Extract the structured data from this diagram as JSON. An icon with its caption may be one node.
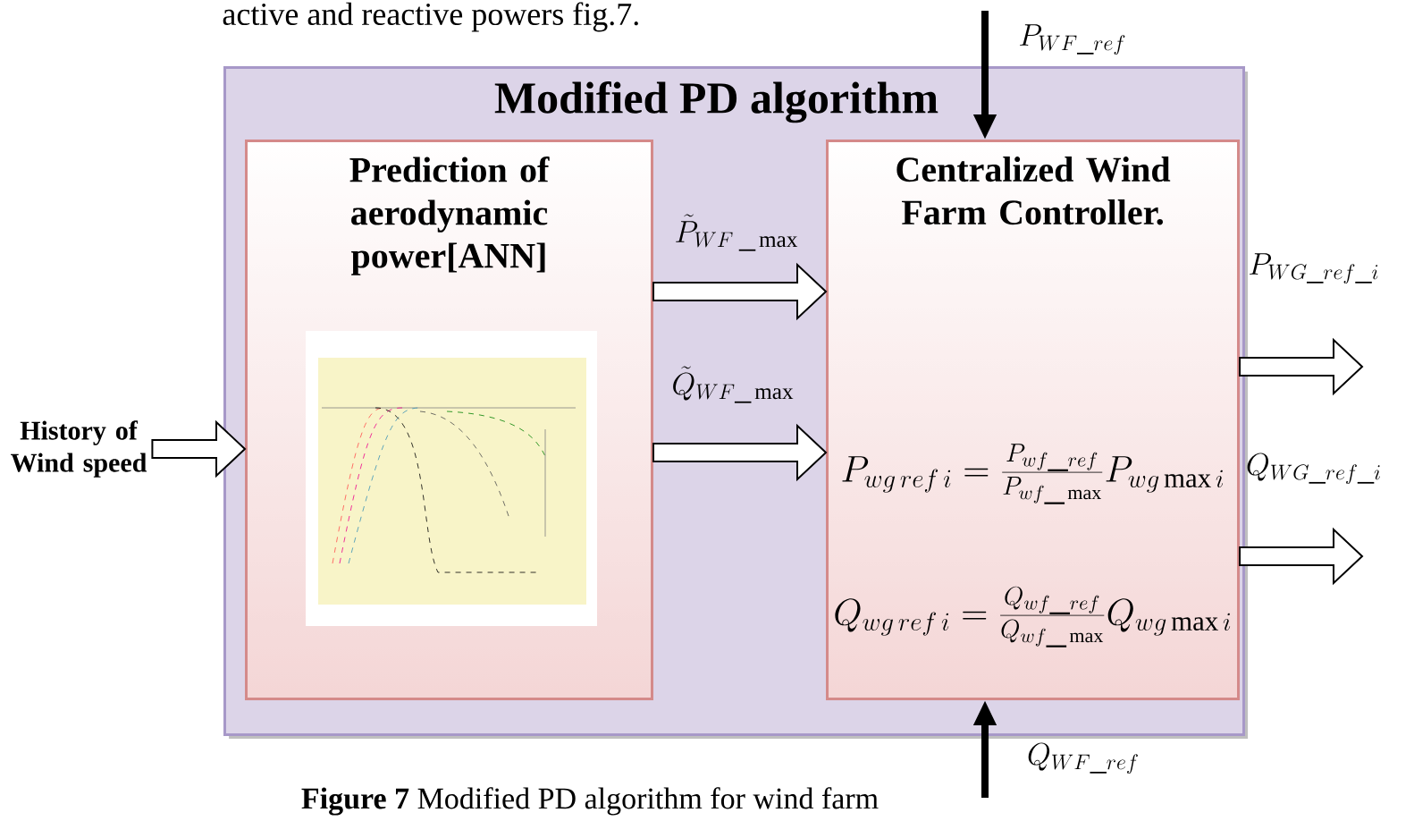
{
  "diagram": {
    "caption": "**Figure 7** Modified PD algorithm for wind farm",
    "nodes": [
      {
        "text": [
          "Modified PD algorithm"
        ]
      },
      {
        "text": [
          "Prediction of aerodynamic power[ANN]"
        ],
        "in": 0
      },
      {
        "text": [
          "Centralized Wind Farm Controller.",
          "P_{wg\\,ref\\,i}=\\frac{P_{wf\\_ref}}{P_{wf\\_\\max}}P_{wg\\max i}",
          "Q_{wg\\,ref\\,i}=\\frac{Q_{wf\\_ref}}{Q_{wf\\_\\max}}Q_{wg\\max i}"
        ],
        "in": 0
      },
      {
        "text": [
          "History of Wind speed"
        ]
      }
    ],
    "edges": [
      {
        "from": 3,
        "to": 1,
        "arrow": "to"
      },
      {
        "from": 1,
        "to": 2,
        "arrow": "to",
        "label": "\\tilde{P}_{WF\\;\\_\\max}"
      },
      {
        "from": 1,
        "to": 2,
        "arrow": "to",
        "label": "\\tilde{Q}_{WF\\_\\max}"
      },
      {
        "from": 2,
        "to": null,
        "arrow": "to",
        "label": "P_{WG\\_ref\\_i}"
      },
      {
        "from": 2,
        "to": null,
        "arrow": "to",
        "label": "Q_{WG\\_ref\\_i}"
      },
      {
        "from": null,
        "to": 2,
        "arrow": "to",
        "label": "P_{WF\\_ref}"
      },
      {
        "from": null,
        "to": 2,
        "arrow": "to",
        "label": "Q_{WF\\_ref}"
      }
    ],
    "labels": [
      "active and reactive powers fig.7."
    ]
  }
}
